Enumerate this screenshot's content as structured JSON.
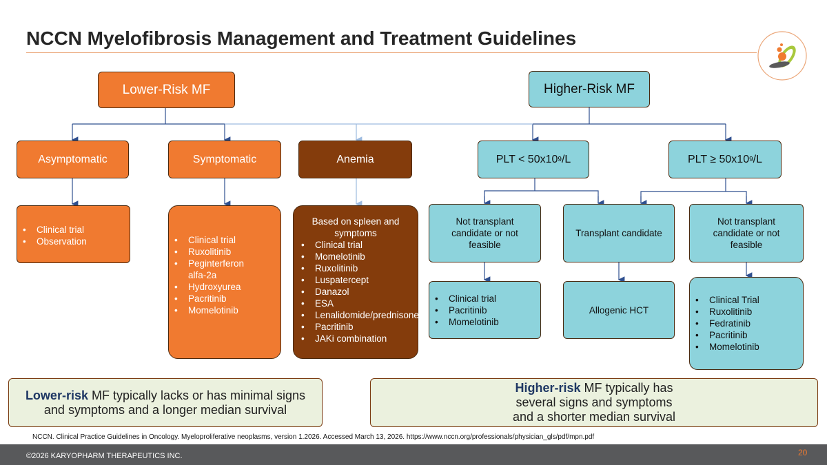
{
  "title": "NCCN Myelofibrosis Management and Treatment Guidelines",
  "lower_risk": "Lower-Risk MF",
  "higher_risk": "Higher-Risk MF",
  "row2": {
    "asymptomatic": "Asymptomatic",
    "symptomatic": "Symptomatic",
    "anemia": "Anemia",
    "plt_low": "PLT < 50x10",
    "plt_high": "PLT ≥ 50x10",
    "exp": "9",
    "unit": "/L"
  },
  "asymptomatic_items": [
    "Clinical trial",
    "Observation"
  ],
  "symptomatic_items": [
    "Clinical trial",
    "Ruxolitinib",
    "Peginterferon alfa-2a",
    "Hydroxyurea",
    "Pacritinib",
    "Momelotinib"
  ],
  "anemia_header": "Based on spleen and symptoms",
  "anemia_items": [
    "Clinical trial",
    "Momelotinib",
    "Ruxolitinib",
    "Luspatercept",
    "Danazol",
    "ESA",
    "Lenalidomide/prednisone",
    "Pacritinib",
    "JAKi combination"
  ],
  "not_transplant": "Not transplant candidate or not feasible",
  "transplant": "Transplant candidate",
  "plt_low_items": [
    "Clinical trial",
    "Pacritinib",
    "Momelotinib"
  ],
  "allogenic": "Allogenic HCT",
  "plt_high_items": [
    "Clinical Trial",
    "Ruxolitinib",
    "Fedratinib",
    "Pacritinib",
    "Momelotinib"
  ],
  "callout_left": {
    "bold": "Lower-risk",
    "text": " MF typically lacks or has minimal signs and symptoms and a longer median survival"
  },
  "callout_right": {
    "bold": "Higher-risk",
    "text1": " MF typically has",
    "text2": "several signs and symptoms",
    "text3": "and a shorter median survival"
  },
  "citation": "NCCN. Clinical Practice Guidelines in Oncology. Myeloproliferative neoplasms, version 1.2026. Accessed March 13, 2026. https://www.nccn.org/professionals/physician_gls/pdf/mpn.pdf",
  "copyright": "©2026 KARYOPHARM THERAPEUTICS INC.",
  "page_number": "20",
  "colors": {
    "orange": "#f07a30",
    "brown": "#843c0c",
    "teal": "#8dd3dc",
    "callout": "#ebf1de"
  }
}
